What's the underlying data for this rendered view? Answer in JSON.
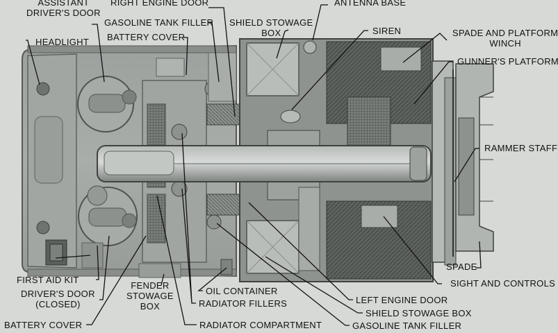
{
  "labels": {
    "assistant_drivers_door": "ASSISTANT\nDRIVER'S DOOR",
    "headlight": "HEADLIGHT",
    "right_engine_door": "RIGHT ENGINE DOOR",
    "gasoline_tank_filler_top": "GASOLINE TANK FILLER",
    "battery_cover_top": "BATTERY COVER",
    "shield_stowage_box_top": "SHIELD STOWAGE\nBOX",
    "antenna_base": "ANTENNA BASE",
    "siren": "SIREN",
    "spade_and_platform_winch": "SPADE AND PLATFORM\nWINCH",
    "gunners_platform": "GUNNER'S PLATFORM",
    "rammer_staff": "RAMMER STAFF",
    "spade": "SPADE",
    "sight_and_controls": "SIGHT AND CONTROLS",
    "first_aid_kit": "FIRST AID KIT",
    "drivers_door": "DRIVER'S DOOR\n(CLOSED)",
    "battery_cover_bottom": "BATTERY COVER",
    "fender_stowage_box": "FENDER\nSTOWAGE\nBOX",
    "oil_container": "OIL CONTAINER",
    "radiator_fillers": "RADIATOR FILLERS",
    "radiator_compartment": "RADIATOR COMPARTMENT",
    "left_engine_door": "LEFT ENGINE DOOR",
    "shield_stowage_box_bottom": "SHIELD STOWAGE BOX",
    "gasoline_tank_filler_bottom": "GASOLINE TANK FILLER"
  }
}
